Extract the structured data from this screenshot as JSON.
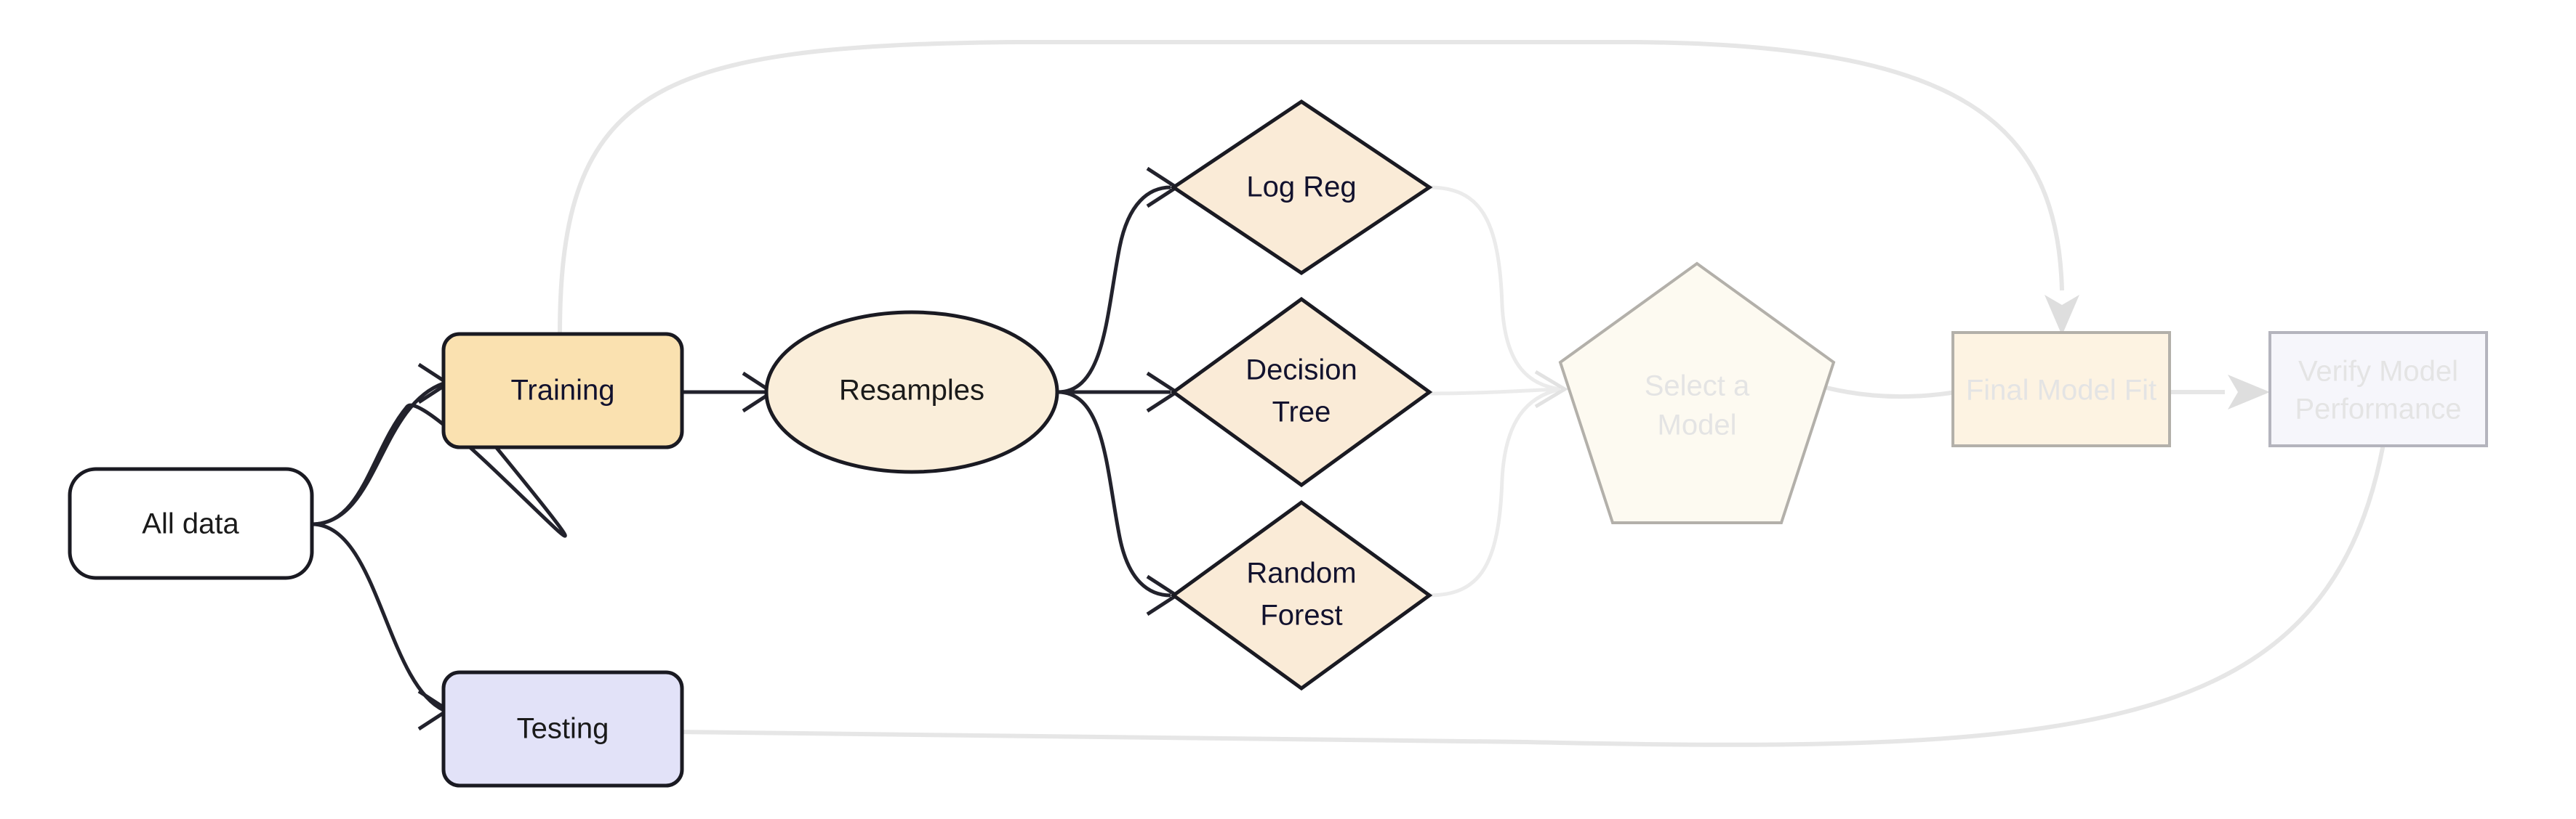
{
  "diagram": {
    "title": "Machine learning workflow: data splitting, resampling, model screening, final fit and verification",
    "background_color": "#ffffff"
  },
  "palette": {
    "training_fill": "#fae1b0",
    "testing_fill": "#e2e2f8",
    "all_data_fill": "#ffffff",
    "resamples_fill": "#faeeda",
    "diamond_fill": "#faebd7",
    "pentagon_fill": "#fdfaf1",
    "final_fit_fill": "#fdf3e2",
    "verify_fill": "#f6f6fb",
    "active_stroke": "#1a1a22",
    "faded_stroke": "#b3b0aa",
    "faded_stroke_blue": "#b4b4bd",
    "active_text": "#12122e",
    "black_text": "#1a1a1a",
    "faded_text": "#e4e4e4",
    "active_edge": "#22222c",
    "faded_edge": "#e6e6e6"
  },
  "nodes": [
    {
      "id": "all-data",
      "label": "All data",
      "shape": "rounded-rect",
      "state": "active",
      "text_color": "#1a1a1a",
      "fill": "#ffffff"
    },
    {
      "id": "training",
      "label": "Training",
      "shape": "rounded-rect",
      "state": "active",
      "text_color": "#12122e",
      "fill": "#fae1b0"
    },
    {
      "id": "testing",
      "label": "Testing",
      "shape": "rounded-rect",
      "state": "active",
      "text_color": "#1a1a1a",
      "fill": "#e2e2f8"
    },
    {
      "id": "resamples",
      "label": "Resamples",
      "shape": "ellipse",
      "state": "active",
      "text_color": "#1a1a1a",
      "fill": "#faeeda"
    },
    {
      "id": "log-reg",
      "label": "Log Reg",
      "shape": "diamond",
      "state": "active",
      "text_color": "#12122e",
      "fill": "#faebd7"
    },
    {
      "id": "decision-tree",
      "label_line1": "Decision",
      "label_line2": "Tree",
      "shape": "diamond",
      "state": "active",
      "text_color": "#12122e",
      "fill": "#faebd7"
    },
    {
      "id": "random-forest",
      "label_line1": "Random",
      "label_line2": "Forest",
      "shape": "diamond",
      "state": "active",
      "text_color": "#12122e",
      "fill": "#faebd7"
    },
    {
      "id": "select-a-model",
      "label_line1": "Select a",
      "label_line2": "Model",
      "shape": "pentagon",
      "state": "faded",
      "text_color": "#e4e4e4",
      "fill": "#fdfaf1"
    },
    {
      "id": "final-model-fit",
      "label": "Final Model Fit",
      "shape": "rect",
      "state": "faded",
      "text_color": "#e4e4e4",
      "fill": "#fdf3e2"
    },
    {
      "id": "verify-model-performance",
      "label_line1": "Verify Model",
      "label_line2": "Performance",
      "shape": "rect",
      "state": "faded",
      "text_color": "#e4e4e4",
      "fill": "#f6f6fb"
    }
  ],
  "edges": [
    {
      "id": "all-data-to-training",
      "from": "All data",
      "to": "Training",
      "state": "active",
      "arrowhead": "open"
    },
    {
      "id": "all-data-to-testing",
      "from": "All data",
      "to": "Testing",
      "state": "active",
      "arrowhead": "open"
    },
    {
      "id": "training-to-resamples",
      "from": "Training",
      "to": "Resamples",
      "state": "active",
      "arrowhead": "open"
    },
    {
      "id": "resamples-to-log-reg",
      "from": "Resamples",
      "to": "Log Reg",
      "state": "active",
      "arrowhead": "open"
    },
    {
      "id": "resamples-to-decision-tree",
      "from": "Resamples",
      "to": "Decision Tree",
      "state": "active",
      "arrowhead": "open"
    },
    {
      "id": "resamples-to-random-forest",
      "from": "Resamples",
      "to": "Random Forest",
      "state": "active",
      "arrowhead": "open"
    },
    {
      "id": "log-reg-to-select",
      "from": "Log Reg",
      "to": "Select a Model",
      "state": "faded",
      "arrowhead": "open"
    },
    {
      "id": "decision-tree-to-select",
      "from": "Decision Tree",
      "to": "Select a Model",
      "state": "faded",
      "arrowhead": "open"
    },
    {
      "id": "random-forest-to-select",
      "from": "Random Forest",
      "to": "Select a Model",
      "state": "faded",
      "arrowhead": "open"
    },
    {
      "id": "select-to-final-fit",
      "from": "Select a Model",
      "to": "Final Model Fit",
      "state": "faded",
      "arrowhead": "solid"
    },
    {
      "id": "training-to-final-fit",
      "from": "Training",
      "to": "Final Model Fit",
      "state": "faded",
      "arrowhead": "solid"
    },
    {
      "id": "final-fit-to-verify",
      "from": "Final Model Fit",
      "to": "Verify Model Performance",
      "state": "faded",
      "arrowhead": "solid"
    },
    {
      "id": "testing-to-verify",
      "from": "Testing",
      "to": "Verify Model Performance",
      "state": "faded",
      "arrowhead": "solid"
    }
  ]
}
